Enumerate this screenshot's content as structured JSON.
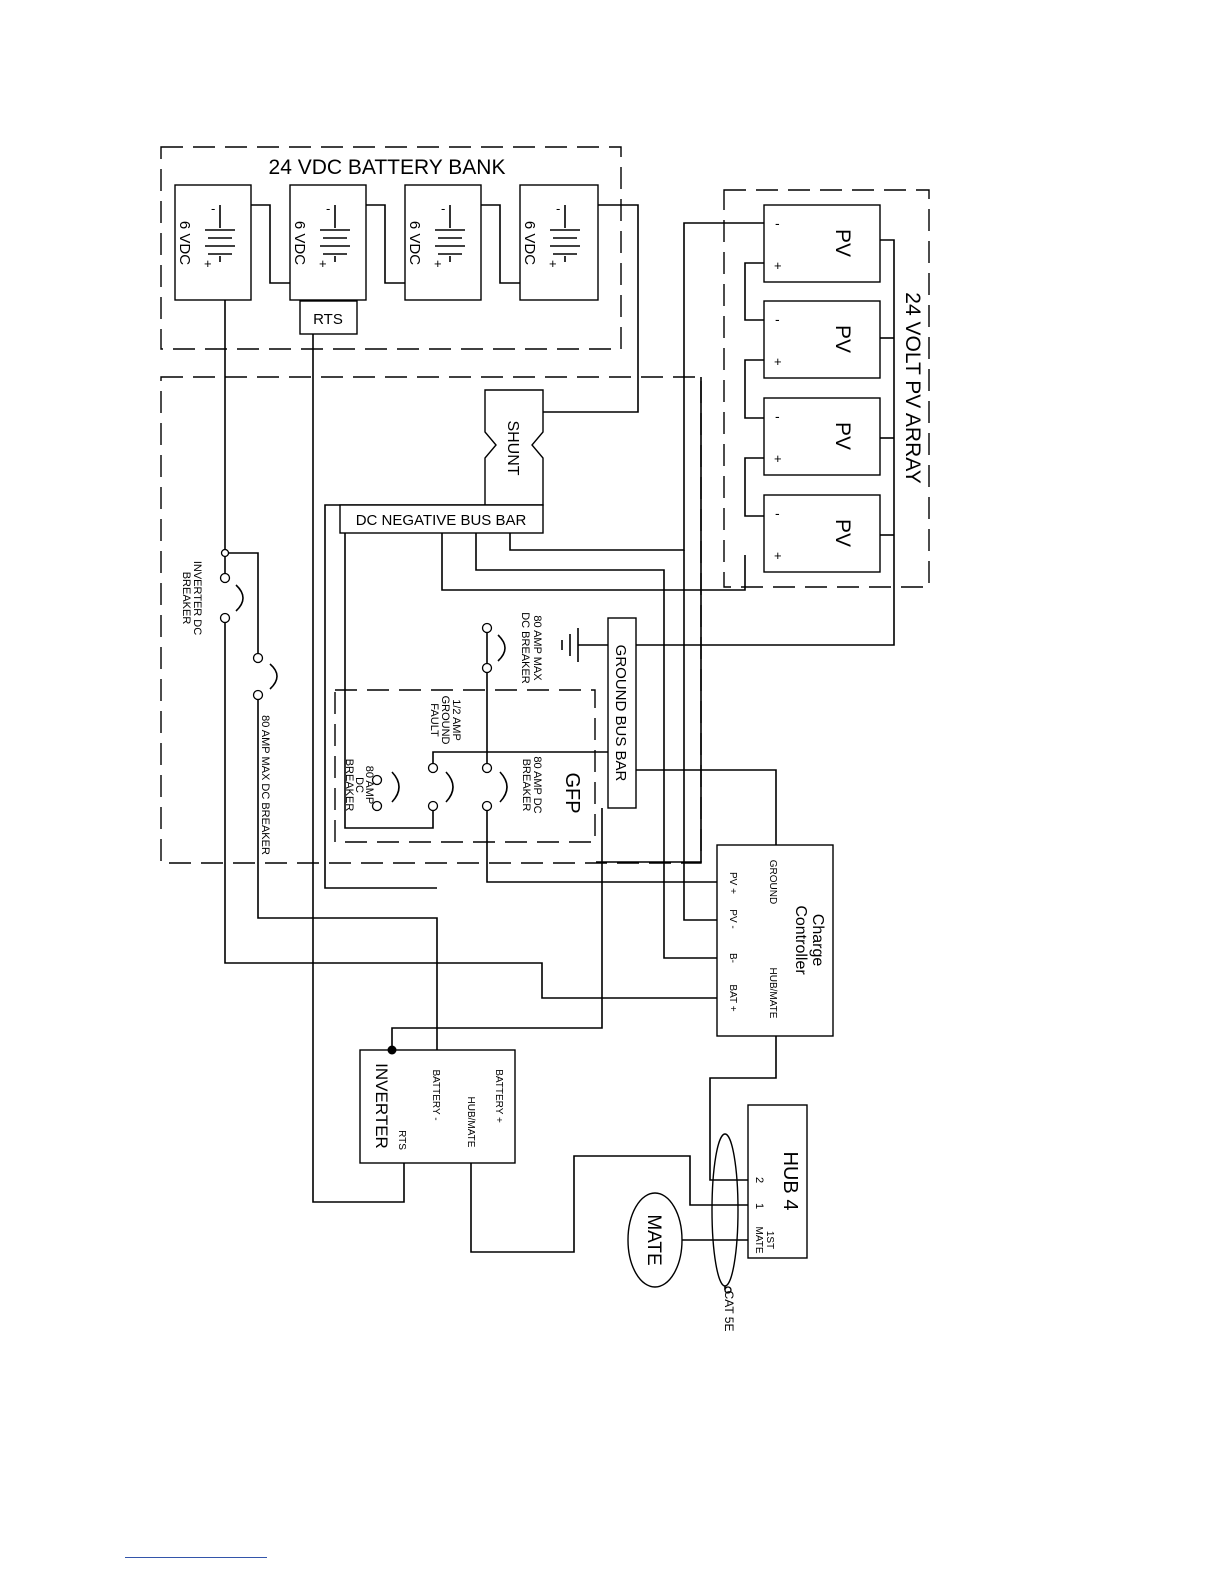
{
  "battery_bank": {
    "title": "24 VDC BATTERY BANK",
    "cells": [
      {
        "label": "6 VDC",
        "minus": "-",
        "plus": "+"
      },
      {
        "label": "6 VDC",
        "minus": "-",
        "plus": "+"
      },
      {
        "label": "6 VDC",
        "minus": "-",
        "plus": "+"
      },
      {
        "label": "6 VDC",
        "minus": "-",
        "plus": "+"
      }
    ],
    "rts": "RTS"
  },
  "pv_array": {
    "title": "24 VOLT PV ARRAY",
    "panels": [
      {
        "label": "PV",
        "minus": "-",
        "plus": "+"
      },
      {
        "label": "PV",
        "minus": "-",
        "plus": "+"
      },
      {
        "label": "PV",
        "minus": "-",
        "plus": "+"
      },
      {
        "label": "PV",
        "minus": "-",
        "plus": "+"
      }
    ]
  },
  "shunt": "SHUNT",
  "dc_negative_bus_bar": "DC NEGATIVE BUS BAR",
  "ground_bus_bar": "GROUND BUS BAR",
  "gfp": {
    "title": "GFP",
    "ground_fault": [
      "1/2 AMP",
      "GROUND",
      "FAULT"
    ],
    "breaker_left": [
      "80 AMP",
      "DC",
      "BREAKER"
    ],
    "breaker_right": [
      "80 AMP DC",
      "BREAKER"
    ]
  },
  "pv_breaker": [
    "80 AMP MAX",
    "DC BREAKER"
  ],
  "inverter_breaker": [
    "INVERTER DC",
    "BREAKER"
  ],
  "max_breaker": "80 AMP MAX DC BREAKER",
  "charge_controller": {
    "title": [
      "Charge",
      "Controller"
    ],
    "ground": "GROUND",
    "hub_mate": "HUB/MATE",
    "pv_plus": "PV +",
    "pv_minus": "PV -",
    "b_minus": "B-",
    "bat_plus": "BAT +"
  },
  "inverter": {
    "title": "INVERTER",
    "battery_plus": "BATTERY +",
    "hub_mate": "HUB/MATE",
    "battery_minus": "BATTERY -",
    "rts": "RTS"
  },
  "hub": {
    "title": "HUB 4",
    "port_2": "2",
    "port_1": "1",
    "first_mate": [
      "1ST",
      "MATE"
    ]
  },
  "mate": "MATE",
  "cable": "CAT 5E"
}
